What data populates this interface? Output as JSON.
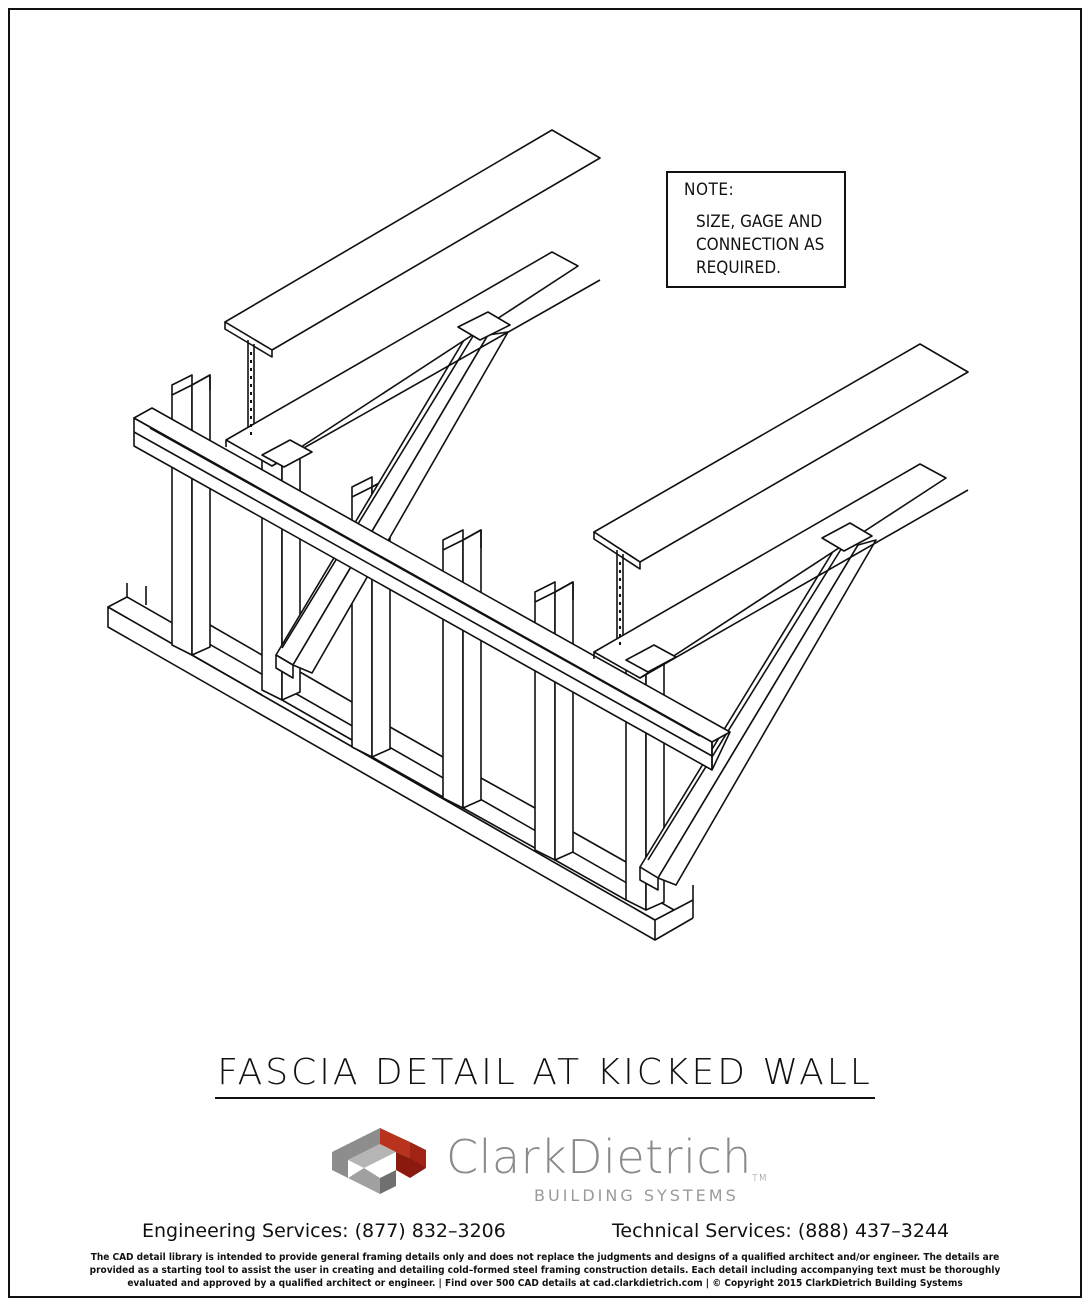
{
  "note": {
    "title": "NOTE:",
    "lines": [
      "SIZE, GAGE AND",
      "CONNECTION AS",
      "REQUIRED."
    ]
  },
  "title": "FASCIA DETAIL AT KICKED WALL",
  "brand": {
    "name": "ClarkDietrich",
    "tm": "TM",
    "subtitle": "BUILDING SYSTEMS",
    "colors": {
      "dark_red": "#8b1a0e",
      "red": "#b8321d",
      "gray": "#8a8a8a",
      "light_gray": "#b5b5b5"
    }
  },
  "contact": {
    "engineering": "Engineering Services: (877) 832–3206",
    "technical": "Technical Services: (888) 437–3244"
  },
  "disclaimer": {
    "line1": "The CAD detail library is intended to provide general framing details only and does not replace the judgments and designs of a qualified architect and/or engineer. The details are",
    "line2": "provided as a starting tool to assist the user in creating and detailing cold–formed steel framing construction details. Each detail including accompanying text must be thoroughly",
    "line3": "evaluated and approved by a qualified architect or engineer.   |   Find over 500 CAD details at cad.clarkdietrich.com   |   © Copyright 2015 ClarkDietrich Building Systems"
  }
}
